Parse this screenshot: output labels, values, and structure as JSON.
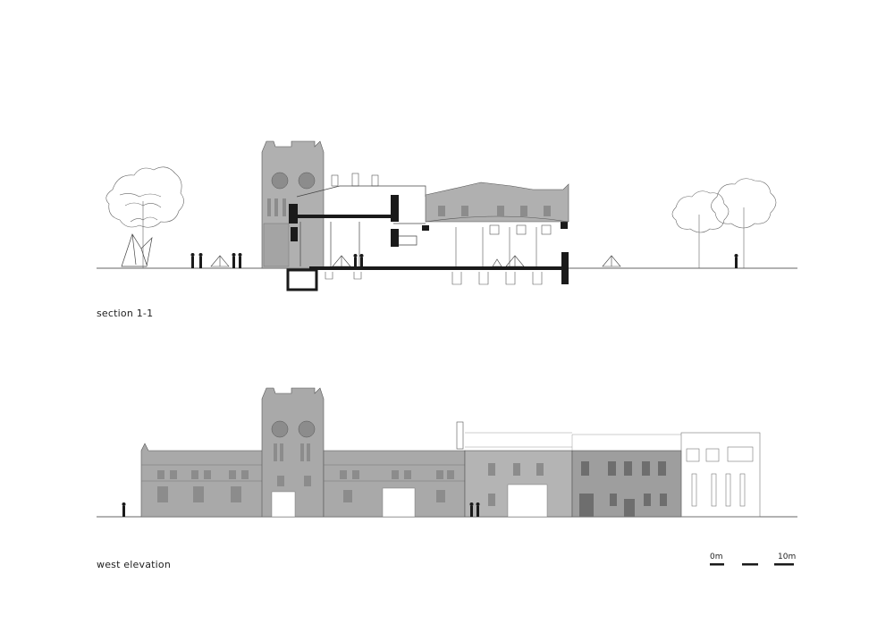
{
  "captions": {
    "section": "section 1-1",
    "elevation": "west elevation"
  },
  "scale_bar": {
    "start_label": "0m",
    "end_label": "10m"
  },
  "colors": {
    "facade_fill": "#a9a9a9",
    "facade_dark": "#8c8c8c",
    "cut_black": "#1a1a1a",
    "line": "#444444"
  }
}
